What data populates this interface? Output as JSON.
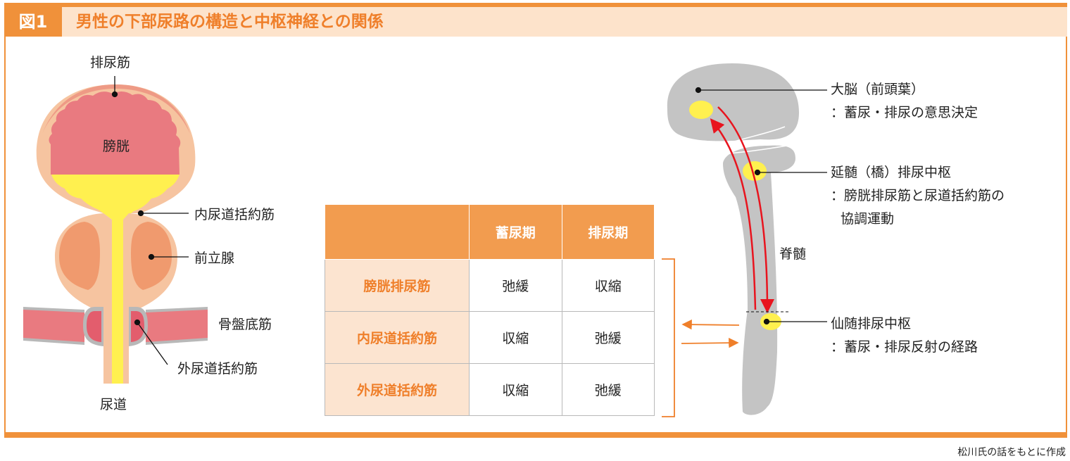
{
  "header": {
    "figure_label": "図1",
    "title": "男性の下部尿路の構造と中枢神経との関係"
  },
  "anatomy": {
    "detrusor": "排尿筋",
    "bladder": "膀胱",
    "internal_sphincter": "内尿道括約筋",
    "prostate": "前立腺",
    "pelvic_floor": "骨盤底筋",
    "external_sphincter": "外尿道括約筋",
    "urethra": "尿道"
  },
  "table": {
    "headers": [
      "",
      "蓄尿期",
      "排尿期"
    ],
    "rows": [
      {
        "label": "膀胱排尿筋",
        "storage": "弛緩",
        "voiding": "収縮"
      },
      {
        "label": "内尿道括約筋",
        "storage": "収縮",
        "voiding": "弛緩"
      },
      {
        "label": "外尿道括約筋",
        "storage": "収縮",
        "voiding": "弛緩"
      }
    ]
  },
  "nervous": {
    "cerebrum": "大脳（前頭葉）",
    "cerebrum_desc": "：蓄尿・排尿の意思決定",
    "pons": "延髄（橋）排尿中枢",
    "pons_desc1": "：膀胱排尿筋と尿道括約筋の",
    "pons_desc2": "協調運動",
    "spinal": "脊髄",
    "sacral": "仙随排尿中枢",
    "sacral_desc": "：蓄尿・排尿反射の経路"
  },
  "footer": "松川氏の話をもとに作成",
  "colors": {
    "accent": "#f0913a",
    "arrow": "#e8141e",
    "yellow": "#fff04f",
    "gray": "#c4c4c4"
  }
}
